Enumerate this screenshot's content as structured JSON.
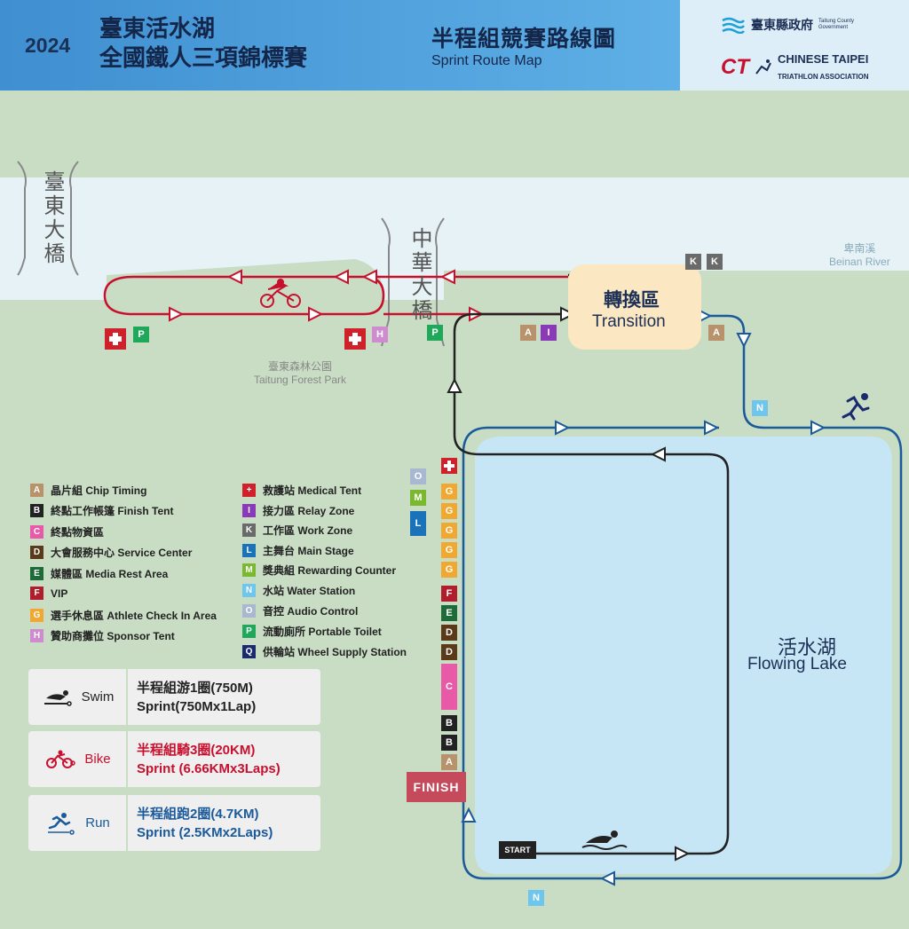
{
  "header": {
    "year": "2024",
    "title_line1": "臺東活水湖",
    "title_line2": "全國鐵人三項錦標賽",
    "route_zh": "半程組競賽路線圖",
    "route_en": "Sprint Route Map",
    "gov_name": "臺東縣政府",
    "gov_en_line1": "Taitung County",
    "gov_en_line2": "Government",
    "cta_logo": "CT",
    "cta_name": "CHINESE TAIPEI",
    "cta_sub": "TRIATHLON ASSOCIATION"
  },
  "places": {
    "taitung_bridge": "臺東大橋",
    "zhonghua_bridge": "中華大橋",
    "forest_park_zh": "臺東森林公園",
    "forest_park_en": "Taitung Forest Park",
    "river_zh": "卑南溪",
    "river_en": "Beinan River",
    "transition_zh": "轉換區",
    "transition_en": "Transition",
    "lake_zh": "活水湖",
    "lake_en": "Flowing Lake",
    "finish": "FINISH",
    "start": "START"
  },
  "map_badges": {
    "k": "K",
    "a": "A",
    "i": "I",
    "h": "H",
    "p": "P",
    "n": "N",
    "o": "O",
    "m": "M",
    "l": "L",
    "g": "G",
    "f": "F",
    "e": "E",
    "d": "D",
    "c": "C",
    "b": "B"
  },
  "legend_left": [
    {
      "code": "A",
      "label": "晶片組  Chip Timing",
      "color": "#b8926a"
    },
    {
      "code": "B",
      "label": "終點工作帳篷  Finish Tent",
      "color": "#222222"
    },
    {
      "code": "C",
      "label": "終點物資區",
      "color": "#e85aa8"
    },
    {
      "code": "D",
      "label": "大會服務中心  Service Center",
      "color": "#5a3a18"
    },
    {
      "code": "E",
      "label": "媒體區  Media Rest Area",
      "color": "#1e6b3a"
    },
    {
      "code": "F",
      "label": "VIP",
      "color": "#b01e2e"
    },
    {
      "code": "G",
      "label": "選手休息區  Athlete Check In Area",
      "color": "#f0a830"
    },
    {
      "code": "H",
      "label": "贊助商攤位  Sponsor Tent",
      "color": "#d08ad0"
    }
  ],
  "legend_right": [
    {
      "code": "+",
      "label": "救護站  Medical Tent",
      "color": "#d0202a"
    },
    {
      "code": "I",
      "label": "接力區  Relay Zone",
      "color": "#8a3ab8"
    },
    {
      "code": "K",
      "label": "工作區  Work Zone",
      "color": "#6a6a6a"
    },
    {
      "code": "L",
      "label": "主舞台  Main Stage",
      "color": "#1a72b8"
    },
    {
      "code": "M",
      "label": "獎典組  Rewarding Counter",
      "color": "#7ab830"
    },
    {
      "code": "N",
      "label": "水站  Water Station",
      "color": "#6ec6ec"
    },
    {
      "code": "O",
      "label": "音控  Audio Control",
      "color": "#a8b8d0"
    },
    {
      "code": "P",
      "label": "流動廁所  Portable Toilet",
      "color": "#1fa85a"
    },
    {
      "code": "Q",
      "label": "供輪站  Wheel Supply Station",
      "color": "#1a2a70"
    }
  ],
  "cards": {
    "swim": {
      "name": "Swim",
      "line1": "半程組游1圈(750M)",
      "line2": "Sprint(750Mx1Lap)",
      "color": "#222222"
    },
    "bike": {
      "name": "Bike",
      "line1": "半程組騎3圈(20KM)",
      "line2": "Sprint (6.66KMx3Laps)",
      "color": "#c8102e"
    },
    "run": {
      "name": "Run",
      "line1": "半程組跑2圈(4.7KM)",
      "line2": "Sprint (2.5KMx2Laps)",
      "color": "#1a5a9a"
    }
  },
  "colors": {
    "bike_route": "#c8102e",
    "swim_route": "#222222",
    "run_route": "#1a5a9a",
    "lake": "#c6e6f5",
    "river": "#e6f2f5",
    "land": "#c8ddc4"
  },
  "icons": {
    "medical": "medical-cross-icon",
    "cyclist": "cyclist-icon",
    "runner": "runner-icon",
    "swimmer": "swimmer-icon"
  }
}
